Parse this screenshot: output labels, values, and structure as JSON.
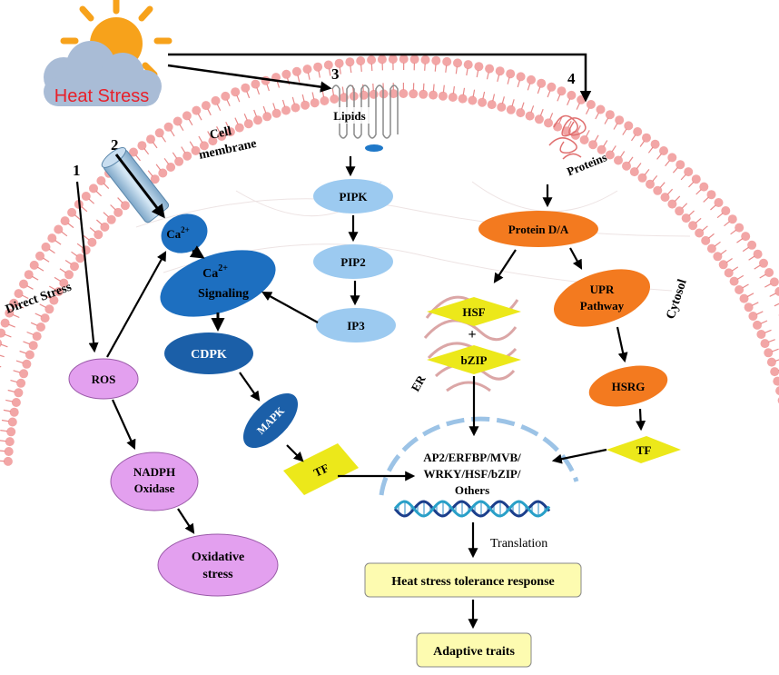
{
  "title": "Heat Stress",
  "labels": {
    "cell_membrane_1": "Cell",
    "cell_membrane_2": "membrane",
    "cytosol": "Cytosol",
    "direct_stress": "Direct Stress",
    "er": "ER",
    "lipids": "Lipids",
    "proteins": "Proteins",
    "translation": "Translation",
    "plus": "+"
  },
  "pathway_numbers": [
    "1",
    "2",
    "3",
    "4"
  ],
  "nodes": {
    "ca": "Ca",
    "ca_sup": "2+",
    "ca_signaling_1": "Ca",
    "ca_signaling_sup": "2+",
    "ca_signaling_2": "Signaling",
    "cdpk": "CDPK",
    "mapk": "MAPK",
    "tf_left": "TF",
    "pipk": "PIPK",
    "pip2": "PIP2",
    "ip3": "IP3",
    "ros": "ROS",
    "nadph_1": "NADPH",
    "nadph_2": "Oxidase",
    "oxidative_1": "Oxidative",
    "oxidative_2": "stress",
    "protein_da": "Protein D/A",
    "upr_1": "UPR",
    "upr_2": "Pathway",
    "hsrg": "HSRG",
    "tf_right": "TF",
    "hsf": "HSF",
    "bzip": "bZIP",
    "tf_genes_1": "AP2/ERFBP/MVB/",
    "tf_genes_2": "WRKY/HSF/bZIP/",
    "tf_genes_3": "Others",
    "tolerance": "Heat stress tolerance response",
    "adaptive": "Adaptive traits"
  },
  "colors": {
    "membrane": "#f2a6a6",
    "membrane_dark": "#e88a8a",
    "sun": "#f7a21b",
    "cloud": "#a9bcd6",
    "heat_text": "#e8202a",
    "ca_blue": "#1d6fc0",
    "dark_blue": "#1b5fa8",
    "light_blue": "#9ccaf0",
    "lilac": "#e3a0ef",
    "orange": "#f37a1f",
    "yellow": "#ece81a",
    "box_yellow": "#fdfbb0",
    "nucleus_dash": "#9cc3e6"
  }
}
